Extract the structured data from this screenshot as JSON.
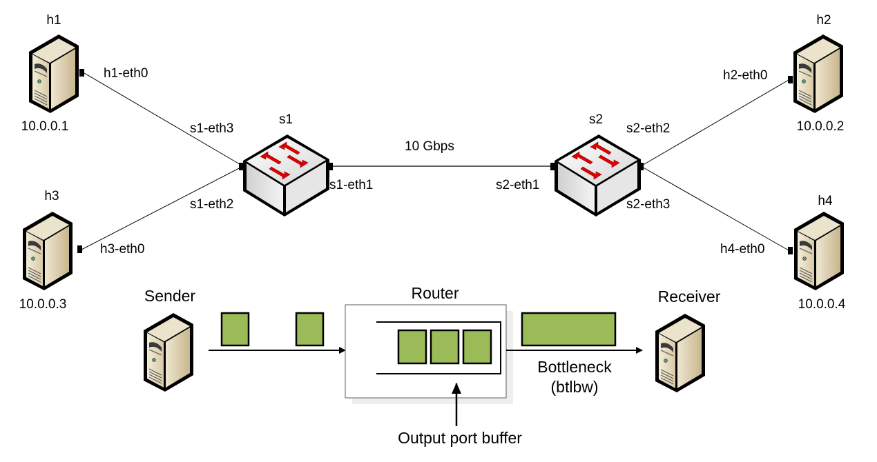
{
  "topology": {
    "hosts": [
      {
        "id": "h1",
        "name": "h1",
        "ip": "10.0.0.1",
        "interface": "h1-eth0"
      },
      {
        "id": "h2",
        "name": "h2",
        "ip": "10.0.0.2",
        "interface": "h2-eth0"
      },
      {
        "id": "h3",
        "name": "h3",
        "ip": "10.0.0.3",
        "interface": "h3-eth0"
      },
      {
        "id": "h4",
        "name": "h4",
        "ip": "10.0.0.4",
        "interface": "h4-eth0"
      }
    ],
    "switches": [
      {
        "id": "s1",
        "name": "s1",
        "interfaces": [
          "s1-eth1",
          "s1-eth2",
          "s1-eth3"
        ]
      },
      {
        "id": "s2",
        "name": "s2",
        "interfaces": [
          "s2-eth1",
          "s2-eth2",
          "s2-eth3"
        ]
      }
    ],
    "links": [
      {
        "from": "h1-eth0",
        "to": "s1-eth3"
      },
      {
        "from": "h3-eth0",
        "to": "s1-eth2"
      },
      {
        "from": "s1-eth1",
        "to": "s2-eth1",
        "label": "10 Gbps"
      },
      {
        "from": "s2-eth2",
        "to": "h2-eth0"
      },
      {
        "from": "s2-eth3",
        "to": "h4-eth0"
      }
    ]
  },
  "bottleneck_model": {
    "sender_label": "Sender",
    "router_label": "Router",
    "receiver_label": "Receiver",
    "bottleneck_label_line1": "Bottleneck",
    "bottleneck_label_line2": "(btlbw)",
    "buffer_label": "Output port buffer",
    "packets_in_flight": 2,
    "packets_in_buffer": 3
  },
  "colors": {
    "packet_fill": "#9bbb59",
    "switch_arrow": "#e00000",
    "server_body": "#e8dcc2"
  }
}
